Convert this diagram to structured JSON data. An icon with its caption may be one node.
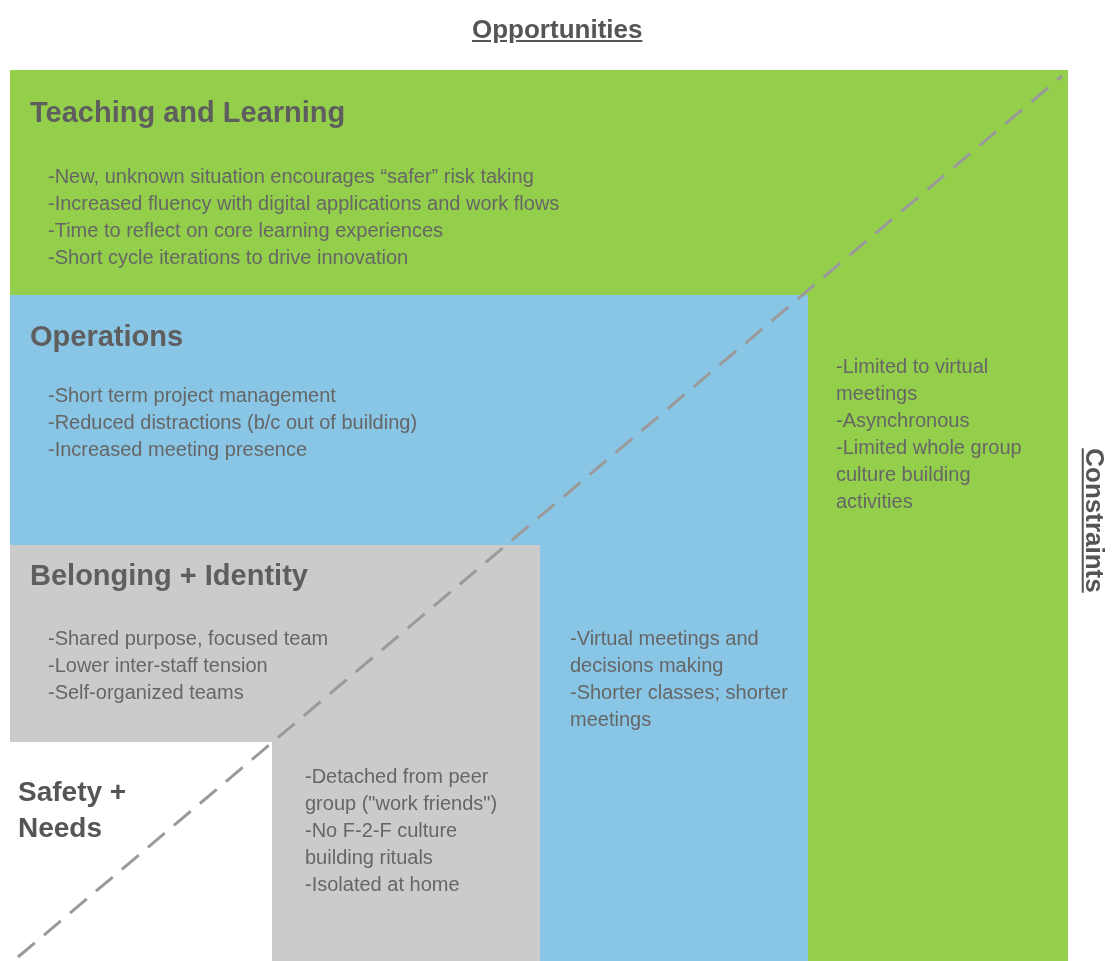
{
  "diagram": {
    "nodes": [
      {
        "text": [
          "Teaching and Learning",
          "-New, unknown situation encourages “safer” risk taking",
          "-Increased fluency with digital applications and work flows",
          "-Time to reflect on core learning experiences",
          "-Short cycle iterations to drive innovation",
          "-Limited to virtual meetings",
          "-Asynchronous",
          "-Limited whole group culture building activities"
        ]
      },
      {
        "text": [
          "Operations",
          "-Short term project management",
          "-Reduced distractions (b/c out of building)",
          "-Increased meeting presence",
          "-Virtual meetings and decisions making",
          "-Shorter classes; shorter meetings"
        ],
        "in": 0
      },
      {
        "text": [
          "Belonging + Identity",
          "-Shared purpose, focused team",
          "-Lower inter-staff tension",
          "-Self-organized teams",
          "-Detached from peer group (\"work friends\")",
          "-No F-2-F culture building rituals",
          "-Isolated at home"
        ],
        "in": 1
      },
      {
        "text": [
          "Safety + Needs"
        ],
        "in": 2
      }
    ],
    "labels": [
      "Opportunities",
      "Constraints"
    ]
  }
}
